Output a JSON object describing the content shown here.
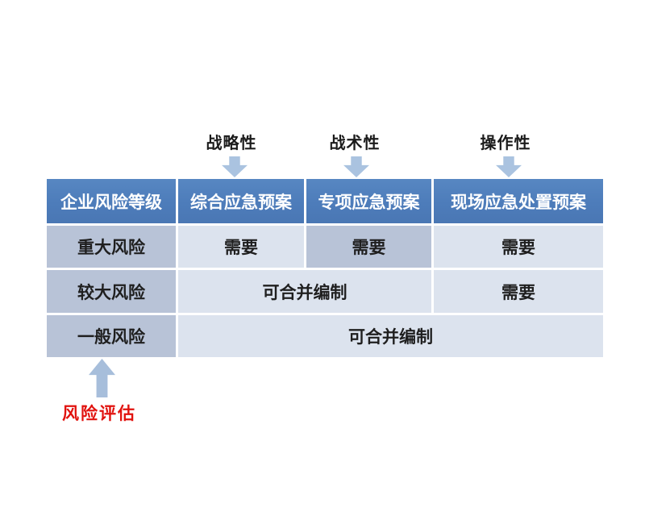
{
  "top_labels": [
    {
      "label": "战略性"
    },
    {
      "label": "战术性"
    },
    {
      "label": "操作性"
    }
  ],
  "table": {
    "header": [
      "企业风险等级",
      "综合应急预案",
      "专项应急预案",
      "现场应急处置预案"
    ],
    "rows": [
      {
        "level": "重大风险",
        "cells": [
          "需要",
          "需要",
          "需要"
        ]
      },
      {
        "level": "较大风险",
        "merged": "可合并编制",
        "cells": [
          "需要"
        ]
      },
      {
        "level": "一般风险",
        "merged": "可合并编制"
      }
    ]
  },
  "bottom_annotation": "风险评估",
  "colors": {
    "header_bg": "#4d7cba",
    "header_text": "#ffffff",
    "medium_cell_bg": "#b8c3d7",
    "light_cell_bg": "#dce3ee",
    "body_text": "#1f1f1f",
    "arrow_fill": "#aac3e0",
    "annotation_red": "#e1120e",
    "page_bg": "#ffffff"
  }
}
